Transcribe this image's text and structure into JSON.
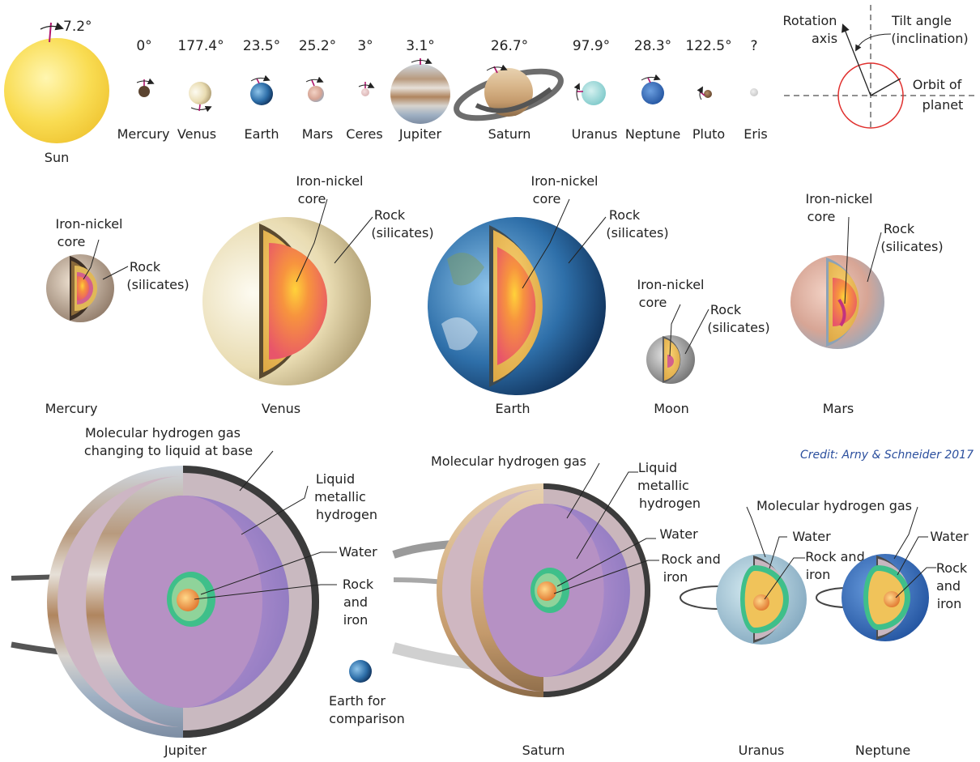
{
  "tilts": {
    "sun": {
      "name": "Sun",
      "angle": "7.2°"
    },
    "bodies": [
      {
        "name": "Mercury",
        "angle": "0°"
      },
      {
        "name": "Venus",
        "angle": "177.4°"
      },
      {
        "name": "Earth",
        "angle": "23.5°"
      },
      {
        "name": "Mars",
        "angle": "25.2°"
      },
      {
        "name": "Ceres",
        "angle": "3°"
      },
      {
        "name": "Jupiter",
        "angle": "3.1°"
      },
      {
        "name": "Saturn",
        "angle": "26.7°"
      },
      {
        "name": "Uranus",
        "angle": "97.9°"
      },
      {
        "name": "Neptune",
        "angle": "28.3°"
      },
      {
        "name": "Pluto",
        "angle": "122.5°"
      },
      {
        "name": "Eris",
        "angle": "?"
      }
    ]
  },
  "axis_legend": {
    "rotation_axis": [
      "Rotation",
      "axis"
    ],
    "tilt_angle": [
      "Tilt angle",
      "(inclination)"
    ],
    "orbit": [
      "Orbit of",
      "planet"
    ]
  },
  "terrestrial": {
    "mercury": {
      "name": "Mercury",
      "core": [
        "Iron-nickel",
        "core"
      ],
      "mantle": [
        "Rock",
        "(silicates)"
      ]
    },
    "venus": {
      "name": "Venus",
      "core": [
        "Iron-nickel",
        "core"
      ],
      "mantle": [
        "Rock",
        "(silicates)"
      ]
    },
    "earth": {
      "name": "Earth",
      "core": [
        "Iron-nickel",
        "core"
      ],
      "mantle": [
        "Rock",
        "(silicates)"
      ]
    },
    "moon": {
      "name": "Moon",
      "core": [
        "Iron-nickel",
        "core"
      ],
      "mantle": [
        "Rock",
        "(silicates)"
      ]
    },
    "mars": {
      "name": "Mars",
      "core": [
        "Iron-nickel",
        "core"
      ],
      "mantle": [
        "Rock",
        "(silicates)"
      ]
    }
  },
  "giants": {
    "jupiter": {
      "name": "Jupiter",
      "gas": [
        "Molecular hydrogen gas",
        "changing to liquid at base"
      ],
      "metallic": [
        "Liquid",
        "metallic",
        "hydrogen"
      ],
      "water": "Water",
      "core": [
        "Rock",
        "and",
        "iron"
      ]
    },
    "earth_comparison": [
      "Earth for",
      "comparison"
    ],
    "saturn": {
      "name": "Saturn",
      "gas": "Molecular hydrogen gas",
      "metallic": [
        "Liquid",
        "metallic",
        "hydrogen"
      ],
      "water": "Water",
      "core": [
        "Rock and",
        "iron"
      ]
    },
    "ice_giants_gas": "Molecular hydrogen gas",
    "uranus": {
      "name": "Uranus",
      "water": "Water",
      "core": [
        "Rock and",
        "iron"
      ]
    },
    "neptune": {
      "name": "Neptune",
      "water": "Water",
      "core": [
        "Rock",
        "and",
        "iron"
      ]
    }
  },
  "credit": "Credit: Arny & Schneider 2017",
  "colors": {
    "sun": "#f7d84a",
    "axis_arrow": "#b0176e",
    "orbit_circle": "#e0302e",
    "core_red": "#e8556a",
    "mantle_yellow": "#f0c35a",
    "metallic_purple": "#a487c9",
    "water_green": "#3fbf8a",
    "credit_blue": "#2b4f9e"
  }
}
